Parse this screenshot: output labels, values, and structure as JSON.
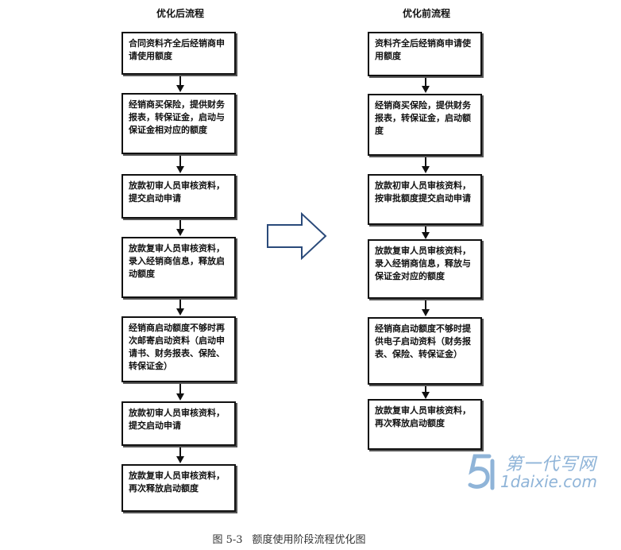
{
  "left_column": {
    "title": "优化后流程",
    "steps": [
      "合同资料齐全后经销商申请使用额度",
      "经销商买保险，提供财务报表，转保证金，启动与保证金相对应的额度",
      "放款初审人员审核资料，提交启动申请",
      "放款复审人员审核资料，录入经销商信息，释放启动额度",
      "经销商启动额度不够时再次邮寄启动资料（启动申请书、财务报表、保险、转保证金）",
      "放款初审人员审核资料，提交启动申请",
      "放款复审人员审核资料，再次释放启动额度"
    ]
  },
  "right_column": {
    "title": "优化前流程",
    "steps": [
      "资料齐全后经销商申请使用额度",
      "经销商买保险，提供财务报表，转保证金，启动额度",
      "放款初审人员审核资料，按审批额度提交启动申请",
      "放款复审人员审核资料，录入经销商信息，释放与保证金对应的额度",
      "经销商启动额度不够时提供电子启动资料（财务报表、保险、转保证金）",
      "放款复审人员审核资料，再次释放启动额度"
    ]
  },
  "caption": {
    "number": "图 5-3",
    "text": "额度使用阶段流程优化图"
  },
  "watermark": {
    "line1": "第一代写网",
    "line2": "1daixie.com"
  }
}
